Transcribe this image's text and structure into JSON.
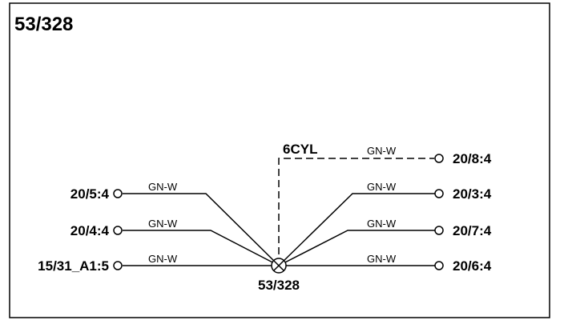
{
  "diagram": {
    "title": "53/328",
    "splice": {
      "label": "53/328"
    },
    "variant_label": "6CYL",
    "connections": [
      {
        "terminal": "20/5:4",
        "wire": "GN-W",
        "side": "left"
      },
      {
        "terminal": "20/4:4",
        "wire": "GN-W",
        "side": "left"
      },
      {
        "terminal": "15/31_A1:5",
        "wire": "GN-W",
        "side": "left"
      },
      {
        "terminal": "20/8:4",
        "wire": "GN-W",
        "side": "right",
        "style": "dashed"
      },
      {
        "terminal": "20/3:4",
        "wire": "GN-W",
        "side": "right"
      },
      {
        "terminal": "20/7:4",
        "wire": "GN-W",
        "side": "right"
      },
      {
        "terminal": "20/6:4",
        "wire": "GN-W",
        "side": "right"
      }
    ]
  }
}
